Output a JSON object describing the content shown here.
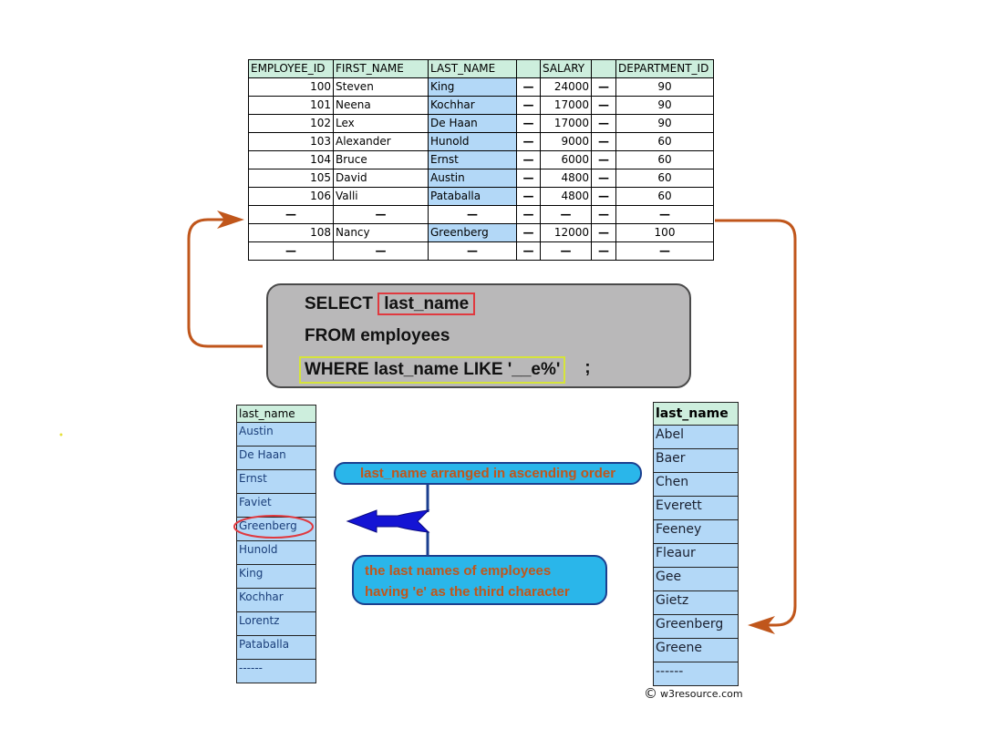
{
  "employees_table": {
    "headers": [
      "EMPLOYEE_ID",
      "FIRST_NAME",
      "LAST_NAME",
      "",
      "SALARY",
      "",
      "DEPARTMENT_ID"
    ],
    "rows": [
      [
        "100",
        "Steven",
        "King",
        "—",
        "24000",
        "—",
        "90"
      ],
      [
        "101",
        "Neena",
        "Kochhar",
        "—",
        "17000",
        "—",
        "90"
      ],
      [
        "102",
        "Lex",
        "De Haan",
        "—",
        "17000",
        "—",
        "90"
      ],
      [
        "103",
        "Alexander",
        "Hunold",
        "—",
        "9000",
        "—",
        "60"
      ],
      [
        "104",
        "Bruce",
        "Ernst",
        "—",
        "6000",
        "—",
        "60"
      ],
      [
        "105",
        "David",
        "Austin",
        "—",
        "4800",
        "—",
        "60"
      ],
      [
        "106",
        "Valli",
        "Pataballa",
        "—",
        "4800",
        "—",
        "60"
      ],
      [
        "—",
        "—",
        "—",
        "—",
        "—",
        "—",
        "—"
      ],
      [
        "108",
        "Nancy",
        "Greenberg",
        "—",
        "12000",
        "—",
        "100"
      ],
      [
        "—",
        "—",
        "—",
        "—",
        "—",
        "—",
        "—"
      ]
    ]
  },
  "query": {
    "select_keyword": "SELECT",
    "select_column": "last_name",
    "from_line": "FROM employees",
    "where_clause": "WHERE last_name LIKE '__e%'",
    "terminator": " ;"
  },
  "left_result": {
    "header": "last_name",
    "rows": [
      "Austin",
      "De Haan",
      "Ernst",
      "Faviet",
      "Greenberg",
      "Hunold",
      "King",
      "Kochhar",
      "Lorentz",
      "Pataballa",
      "------"
    ]
  },
  "right_result": {
    "header": "last_name",
    "rows": [
      "Abel",
      "Baer",
      "Chen",
      "Everett",
      "Feeney",
      "Fleaur",
      "Gee",
      "Gietz",
      "Greenberg",
      "Greene",
      "------"
    ]
  },
  "callouts": {
    "ascending": "last_name arranged in ascending order",
    "third_char_line1": "the last names of employees",
    "third_char_line2": "having 'e' as the third character"
  },
  "copyright": "w3resource.com",
  "colors": {
    "arrow_orange": "#c0561b",
    "arrow_blue": "#1010d8",
    "callout_fill": "#2ab6ea",
    "header_green": "#cdeedd",
    "cell_blue": "#b3d8f7"
  }
}
